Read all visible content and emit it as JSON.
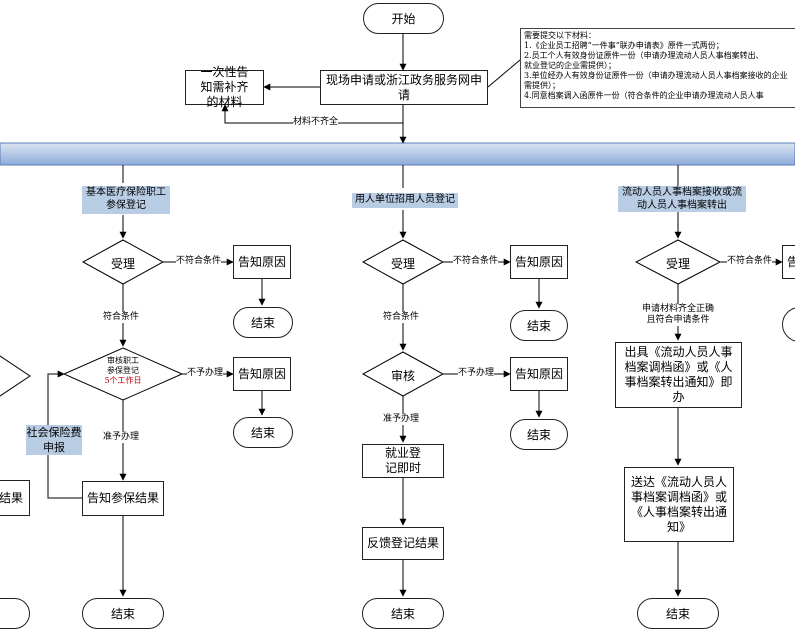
{
  "flow": {
    "start": "开始",
    "notify_materials": "一次性告知需补齐的材料",
    "apply": "现场申请或浙江政务服务网申请",
    "missing": "材料不齐全",
    "materials_note": [
      "需要提交以下材料：",
      "1.《企业员工招聘“一件事”联办申请表》原件一式两份；",
      "2.员工个人有效身份证原件一份（申请办理流动人员人事档案转出、",
      "就业登记的企业需提供）；",
      "3.单位经办人有效身份证原件一份（申请办理流动人员人事档案接收的企业",
      "需提供）；",
      "4.同意档案调入函原件一份（符合条件的企业申请办理流动人员人事"
    ]
  },
  "left_fragment": {
    "result_box": "结果",
    "social_fee": "社会保险费申报"
  },
  "lane1": {
    "header": "基本医疗保险职工参保登记",
    "accept": "受理",
    "not_qualified": "不符合条件",
    "reason1": "告知原因",
    "end1": "结束",
    "qualified": "符合条件",
    "review_line1": "审核职工",
    "review_line2": "参保登记",
    "review_days": "5个工作日",
    "not_approved": "不予办理",
    "reason2": "告知原因",
    "end2": "结束",
    "approved": "准予办理",
    "result": "告知参保结果",
    "end3": "结束"
  },
  "lane2": {
    "header": "用人单位招用人员登记",
    "accept": "受理",
    "not_qualified": "不符合条件",
    "reason1": "告知原因",
    "end1": "结束",
    "qualified": "符合条件",
    "review": "审核",
    "not_approved": "不予办理",
    "reason2": "告知原因",
    "end2": "结束",
    "approved": "准予办理",
    "register": "就业登记即时",
    "feedback": "反馈登记结果",
    "end3": "结束"
  },
  "lane3": {
    "header": "流动人员人事档案接收或流动人员人事档案转出",
    "accept": "受理",
    "not_qualified": "不符合条件",
    "reason1": "告知原因",
    "condition": "申请材料齐全正确且符合申请条件",
    "issue": "出具《流动人员人事档案调档函》或《人事档案转出通知》即办",
    "deliver": "送达《流动人员人事档案调档函》或《人事档案转出通知》",
    "end3": "结束"
  }
}
